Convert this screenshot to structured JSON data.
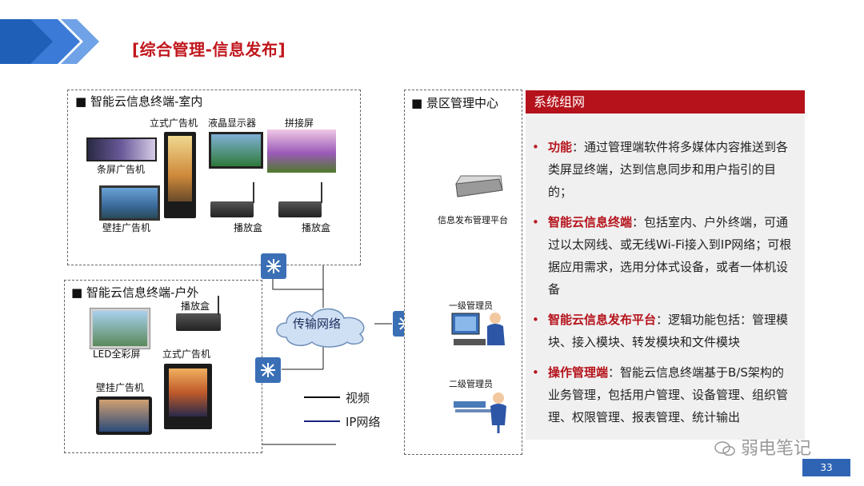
{
  "title": "[综合管理-信息发布]",
  "indoor": {
    "title": "智能云信息终端-室内",
    "strip_ad": "条屏广告机",
    "standing_ad": "立式广告机",
    "lcd": "液晶显示器",
    "splice": "拼接屏",
    "wall_ad": "壁挂广告机",
    "player1": "播放盒",
    "player2": "播放盒"
  },
  "outdoor": {
    "title": "智能云信息终端-户外",
    "player": "播放盒",
    "led": "LED全彩屏",
    "standing_ad": "立式广告机",
    "wall_ad": "壁挂广告机"
  },
  "network": "传输网络",
  "legend": {
    "video": "视频",
    "ip": "IP网络"
  },
  "center": {
    "title": "景区管理中心",
    "platform": "信息发布管理平台",
    "admin1": "一级管理员",
    "admin2": "二级管理员"
  },
  "panel": {
    "header": "系统组网",
    "bullets": [
      {
        "kw": "功能",
        "text": "：通过管理端软件将多媒体内容推送到各类屏显终端，达到信息同步和用户指引的目的；"
      },
      {
        "kw": "智能云信息终端",
        "text": "：包括室内、户外终端，可通过以太网线、或无线Wi-Fi接入到IP网络；可根据应用需求，选用分体式设备，或者一体机设备"
      },
      {
        "kw": "智能云信息发布平台",
        "text": "：逻辑功能包括：管理模块、接入模块、转发模块和文件模块"
      },
      {
        "kw": "操作管理端",
        "text": "：智能云信息终端基于B/S架构的业务管理，包括用户管理、设备管理、组织管理、权限管理、报表管理、统计输出"
      }
    ]
  },
  "watermark": "弱电笔记",
  "page_number": "33",
  "colors": {
    "accent": "#b5121b",
    "brand_blue": "#2f64b5"
  }
}
